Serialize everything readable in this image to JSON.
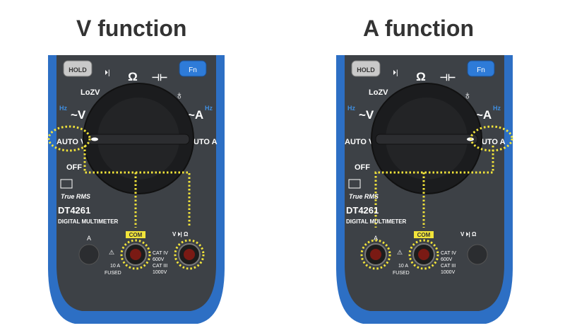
{
  "titles": {
    "left": "V function",
    "right": "A function"
  },
  "meter": {
    "hold_label": "HOLD",
    "fn_label": "Fn",
    "diode_symbol": "⏵|",
    "ohm_symbol": "Ω",
    "cap_symbol": "⊣⊢",
    "lozv_label": "LoZV",
    "hz_label": "Hz",
    "acv_label": "~V",
    "aca_label": "~A",
    "auto_v_label": "AUTO V",
    "auto_a_label": "AUTO A",
    "off_label": "OFF",
    "true_rms_label": "True RMS",
    "model_label": "DT4261",
    "subtitle_label": "DIGITAL MULTIMETER",
    "a_terminal_label": "A",
    "com_label": "COM",
    "cat_label_1": "CAT IV",
    "cat_label_2": "600V",
    "cat_label_3": "CAT III",
    "cat_label_4": "1000V",
    "fused_label_1": "10 A",
    "fused_label_2": "FUSED",
    "v_terminal_label": "V ⏵| Ω"
  },
  "colors": {
    "body_blue": "#2d6fc4",
    "panel_dark": "#3d4146",
    "dial_black": "#1b1c1e",
    "highlight_yellow": "#f2e43a",
    "label_white": "#ffffff",
    "hz_blue": "#3f8ee0",
    "fn_blue": "#2e7bd8",
    "terminal_red": "#7a1a14"
  }
}
